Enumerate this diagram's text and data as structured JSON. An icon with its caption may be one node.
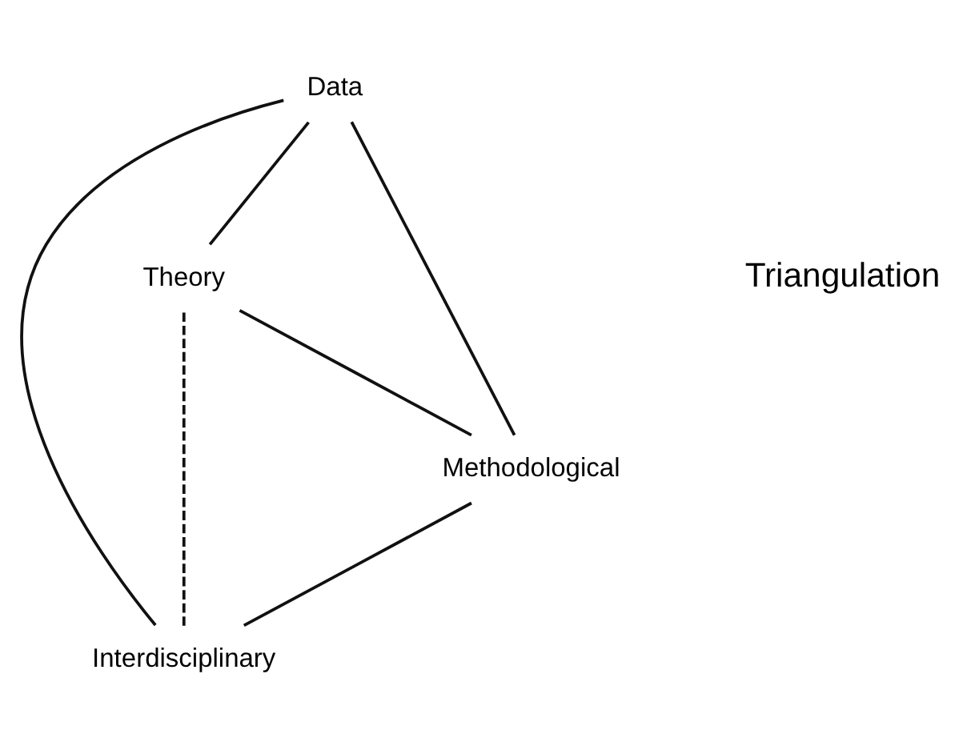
{
  "diagram": {
    "nodes": [
      {
        "text": [
          "Data"
        ]
      },
      {
        "text": [
          "Interdisciplinary"
        ]
      },
      {
        "text": [
          "Theory"
        ]
      },
      {
        "text": [
          "Methodological"
        ]
      }
    ],
    "edges": [
      {
        "from": 0,
        "to": 2,
        "arrow": "none"
      },
      {
        "from": 0,
        "to": 1,
        "arrow": "none"
      },
      {
        "from": 0,
        "to": 3,
        "arrow": "none"
      },
      {
        "from": 2,
        "to": 3,
        "arrow": "none"
      },
      {
        "from": 3,
        "to": 1,
        "arrow": "none"
      },
      {
        "from": 2,
        "to": 1,
        "arrow": "none",
        "style": "dashed"
      }
    ],
    "labels": [
      "Triangulation"
    ]
  }
}
